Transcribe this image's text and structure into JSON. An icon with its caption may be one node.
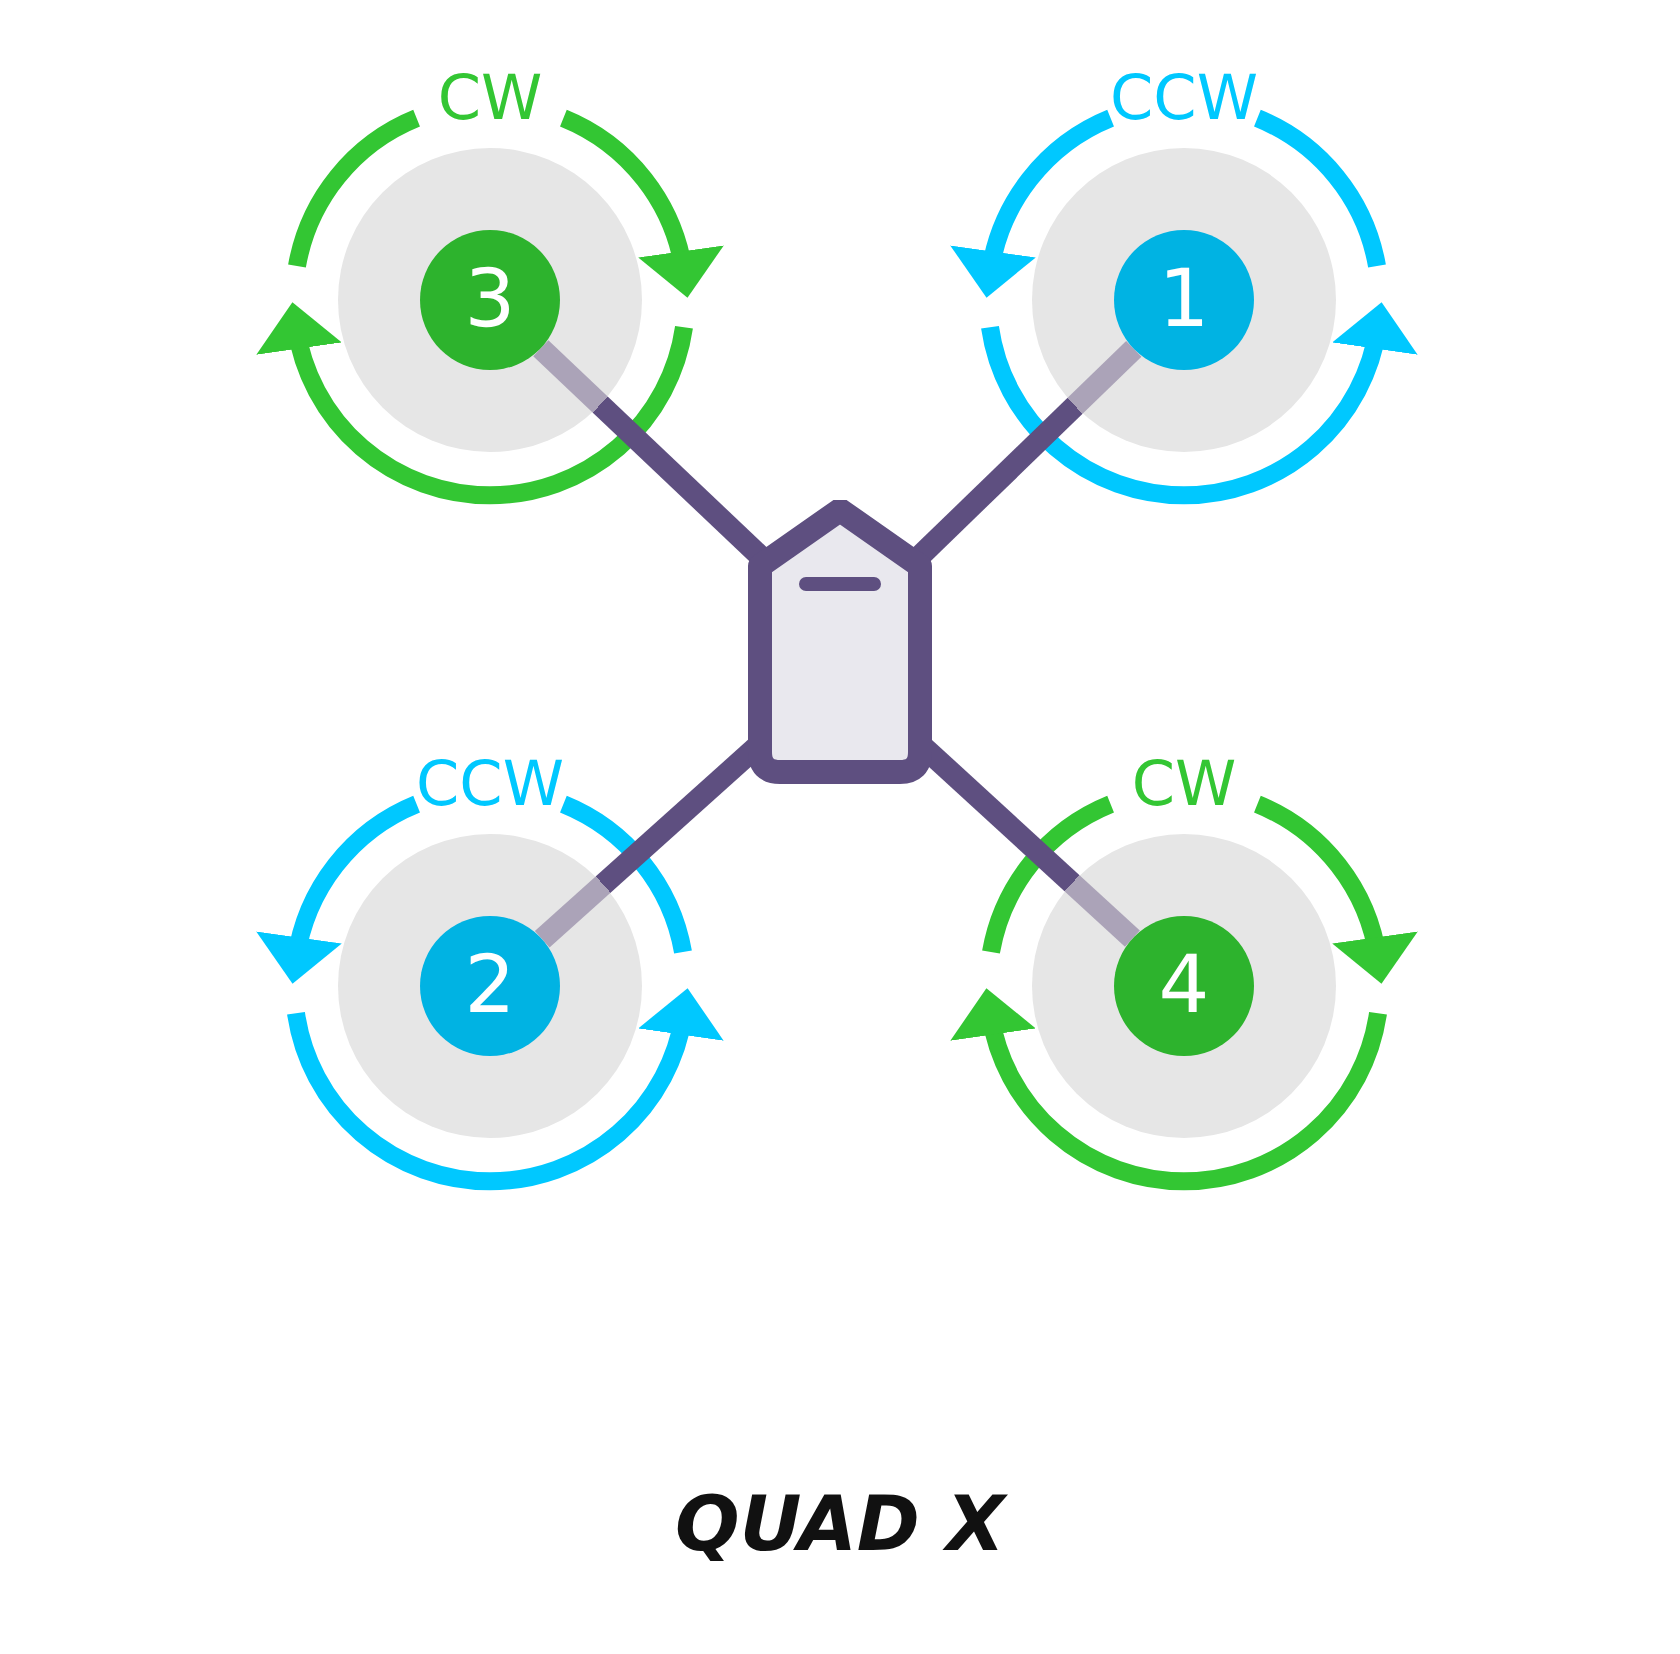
{
  "diagram": {
    "title": "QUAD X",
    "nodes": [
      {
        "text": [
          "3"
        ],
        "beside": [
          "CW"
        ]
      },
      {
        "text": [
          "1"
        ],
        "beside": [
          "CCW"
        ]
      },
      {
        "text": [],
        "shape": "box"
      },
      {
        "text": [
          "2"
        ],
        "beside": [
          "CCW"
        ]
      },
      {
        "text": [
          "4"
        ],
        "beside": [
          "CW"
        ]
      }
    ],
    "edges": [
      {
        "from": 2,
        "to": 0,
        "arrow": "none"
      },
      {
        "from": 2,
        "to": 1,
        "arrow": "none"
      },
      {
        "from": 2,
        "to": 3,
        "arrow": "none"
      },
      {
        "from": 2,
        "to": 4,
        "arrow": "none"
      }
    ]
  }
}
